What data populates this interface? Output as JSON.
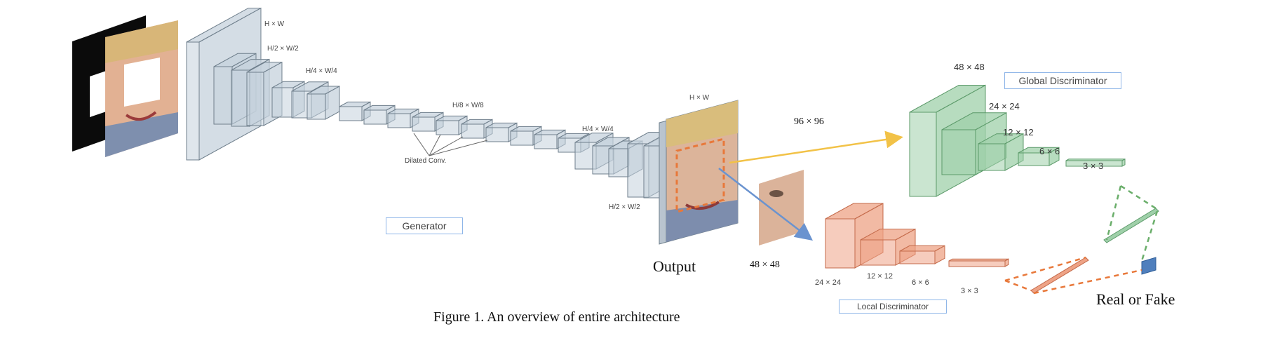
{
  "colors": {
    "generator_fill": "#c5d1dc",
    "generator_stroke": "#6f7f8c",
    "global_fill": "#9fd0a9",
    "global_stroke": "#5c9a6a",
    "local_fill": "#eea386",
    "local_stroke": "#c46a4a",
    "arrow_yellow": "#f2c247",
    "arrow_blue": "#6a93cf",
    "output_square": "#4f7fbd",
    "label_border": "#8fb6e8"
  },
  "generator": {
    "label": "Generator",
    "dims": {
      "hw_in": "H × W",
      "h2_in": "H/2 × W/2",
      "h4_in": "H/4 × W/4",
      "h8": "H/8 × W/8",
      "h4_out": "H/4 × W/4",
      "hw_out": "H × W",
      "h2_out": "H/2 × W/2"
    },
    "dilated": "Dilated Conv."
  },
  "output_label": "Output",
  "global_discriminator": {
    "label": "Global Discriminator",
    "input_dim": "96 × 96",
    "dims": [
      "48 × 48",
      "24 × 24",
      "12 × 12",
      "6 × 6",
      "3 × 3"
    ]
  },
  "local_discriminator": {
    "label": "Local Discriminator",
    "input_dim": "48 × 48",
    "dims": [
      "24 × 24",
      "12 × 12",
      "6 × 6",
      "3 × 3"
    ]
  },
  "result_label": "Real or Fake",
  "caption": "Figure 1. An overview of entire architecture"
}
